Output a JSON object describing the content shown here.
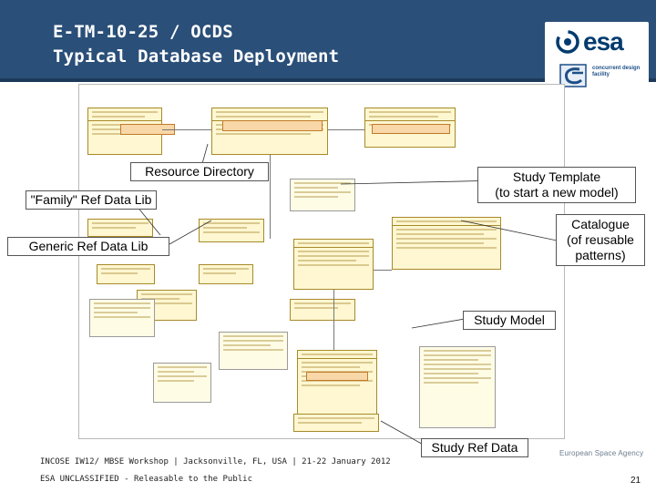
{
  "slide": {
    "title_line1": "E-TM-10-25 / OCDS",
    "title_line2": "Typical Database Deployment",
    "page_number": "21"
  },
  "logos": {
    "esa_wordmark": "esa",
    "cdf_text": "concurrent design facility",
    "agency_name": "European Space Agency"
  },
  "callouts": {
    "resource_directory": "Resource Directory",
    "family_ref_data_lib": "\"Family\" Ref Data Lib",
    "generic_ref_data_lib": "Generic Ref Data Lib",
    "study_template_line1": "Study Template",
    "study_template_line2": "(to start a new model)",
    "catalogue_line1": "Catalogue",
    "catalogue_line2": "(of reusable",
    "catalogue_line3": "patterns)",
    "study_model": "Study Model",
    "study_ref_data": "Study Ref Data"
  },
  "footer": {
    "event": "INCOSE IW12/ MBSE Workshop | Jacksonville, FL, USA | 21-22 January 2012",
    "classification": "ESA UNCLASSIFIED - Releasable to the Public"
  },
  "colors": {
    "header_band": "#2a4f78",
    "uml_fill": "#fff7d1",
    "uml_border": "#a88a2a",
    "esa_blue": "#003b6f"
  },
  "icons": [
    "esa-swirl-icon",
    "cdf-logo-icon"
  ]
}
